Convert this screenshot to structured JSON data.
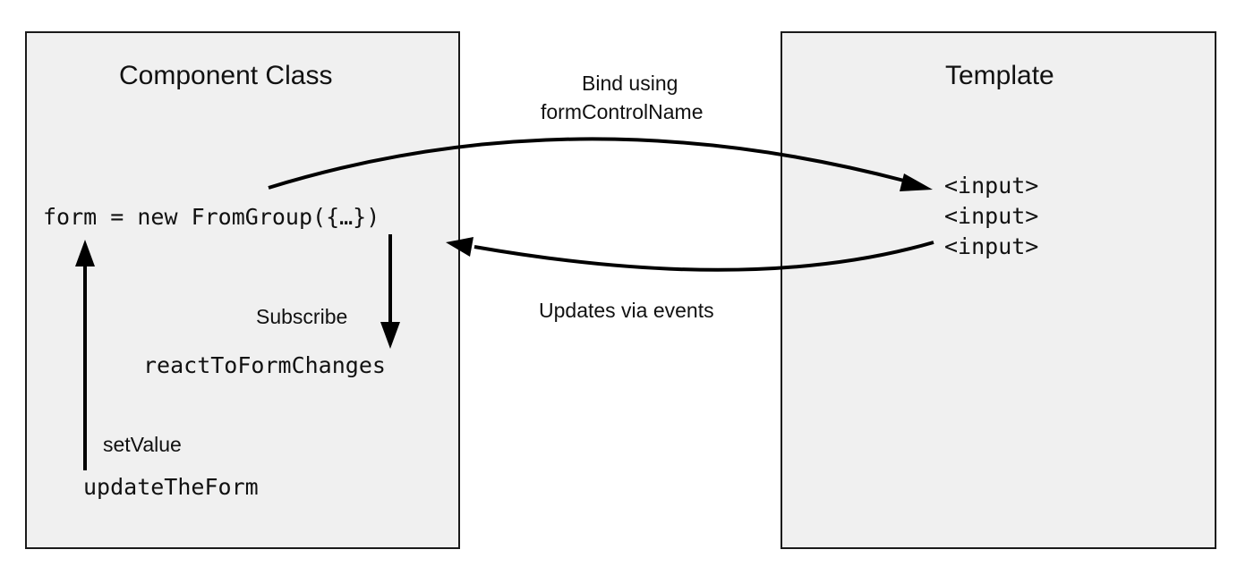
{
  "component_panel": {
    "title": "Component Class",
    "form_line": "form = new FromGroup({…})",
    "subscribe_label": "Subscribe",
    "react_method": "reactToFormChanges",
    "set_value_label": "setValue",
    "update_method": "updateTheForm"
  },
  "template_panel": {
    "title": "Template",
    "inputs": [
      "<input>",
      "<input>",
      "<input>"
    ]
  },
  "connections": {
    "bind_label_line1": "Bind using",
    "bind_label_line2": "formControlName",
    "updates_label": "Updates via events"
  },
  "colors": {
    "panel_fill": "#f0f0f0",
    "stroke": "#000000",
    "text": "#111111"
  }
}
